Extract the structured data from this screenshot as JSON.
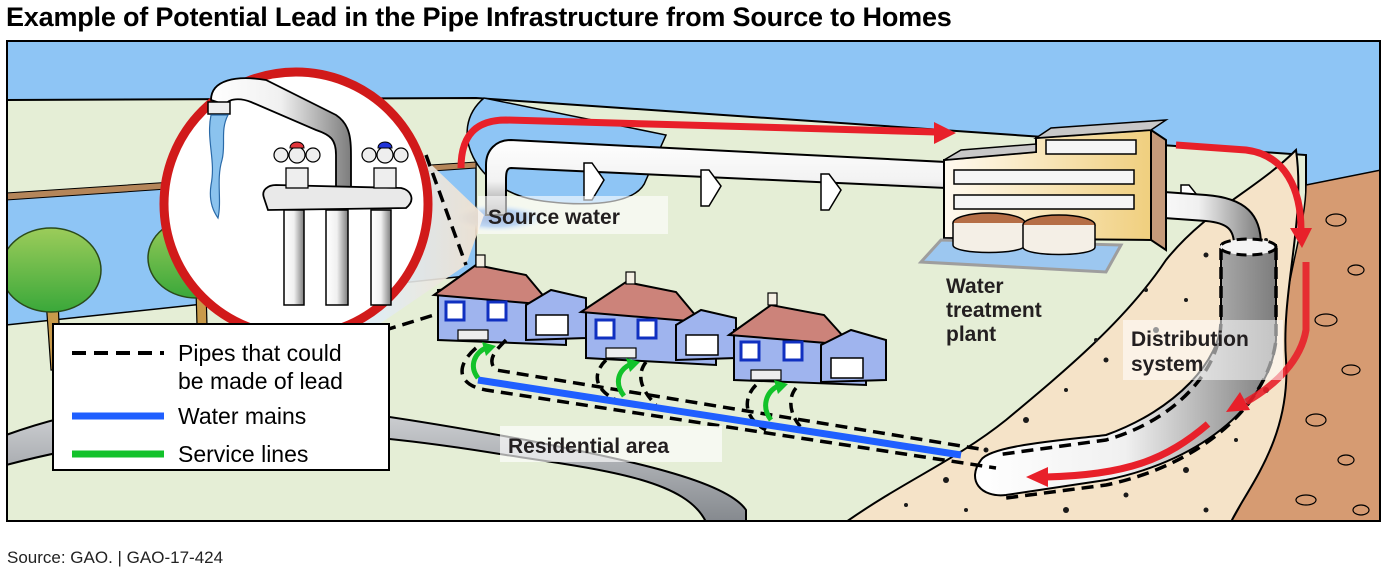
{
  "title": "Example of Potential Lead in the Pipe Infrastructure from Source to Homes",
  "labels": {
    "source_water": "Source water",
    "water_treatment_plant": [
      "Water",
      "treatment",
      "plant"
    ],
    "distribution_system": [
      "Distribution",
      "system"
    ],
    "residential_area": "Residential area"
  },
  "legend": {
    "items": [
      {
        "label_lines": [
          "Pipes that could",
          "be made of lead"
        ],
        "style": "dashed",
        "color": "#000000"
      },
      {
        "label_lines": [
          "Water mains"
        ],
        "style": "solid",
        "color": "#1f5fff"
      },
      {
        "label_lines": [
          "Service lines"
        ],
        "style": "solid",
        "color": "#12c22a"
      }
    ]
  },
  "colors": {
    "sky": "#8ec5f5",
    "ground": "#e5eed6",
    "flow_arrow": "#e8202a",
    "inset_ring": "#d11a1a",
    "sand": "#f5e3c8",
    "soil": "#d69b72",
    "house_wall": "#9fb4ee",
    "roof": "#cc837a",
    "road": "#9a9ea3"
  },
  "source_note": "Source: GAO.  |  GAO-17-424"
}
